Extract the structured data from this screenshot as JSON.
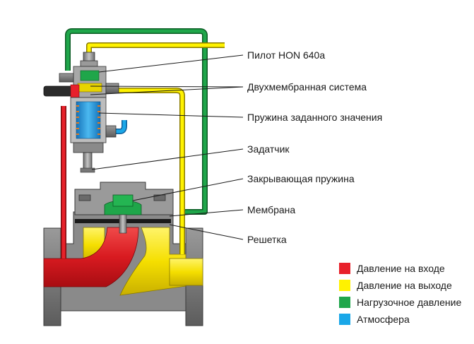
{
  "labels": {
    "pilot": "Пилот HON 640a",
    "double_diaphragm": "Двухмембранная система",
    "setpoint_spring": "Пружина заданного значения",
    "setpoint_adjuster": "Задатчик",
    "closing_spring": "Закрывающая пружина",
    "diaphragm": "Мембрана",
    "grid": "Решетка"
  },
  "legend": [
    {
      "label": "Давление на входе",
      "color": "#e8212b"
    },
    {
      "label": "Давление на выходе",
      "color": "#fff200"
    },
    {
      "label": "Нагрузочное давление",
      "color": "#1fa64a"
    },
    {
      "label": "Атмосфера",
      "color": "#1aa7e8"
    }
  ],
  "colors": {
    "inlet": "#e8212b",
    "outlet": "#fff200",
    "load": "#1fa64a",
    "atmosphere": "#1aa7e8",
    "body": "#8c8c8c",
    "body_dark": "#555555"
  }
}
